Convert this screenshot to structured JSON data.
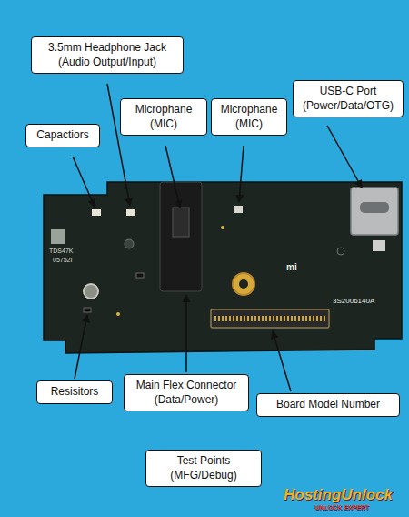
{
  "diagram": {
    "nodes": [
      {
        "text": [
          "3.5mm Headphone Jack (Audio Output/Input)"
        ]
      },
      {
        "text": [
          "Capactiors"
        ]
      },
      {
        "text": [
          "Microphane (MIC)"
        ]
      },
      {
        "text": [
          "Microphane (MIC)"
        ]
      },
      {
        "text": [
          "USB-C Port (Power/Data/OTG)"
        ]
      },
      {
        "text": [
          "Resisitors"
        ]
      },
      {
        "text": [
          "Main Flex Connector (Data/Power)"
        ]
      },
      {
        "text": [
          "Board Model Number"
        ]
      },
      {
        "text": [
          "Test Points (MFG/Debug)"
        ]
      }
    ],
    "labels": [
      "TDS47K",
      "05752I",
      "mi",
      "3S2006140A",
      "HostingUnlock",
      "UNLOCK EXPERT"
    ]
  }
}
